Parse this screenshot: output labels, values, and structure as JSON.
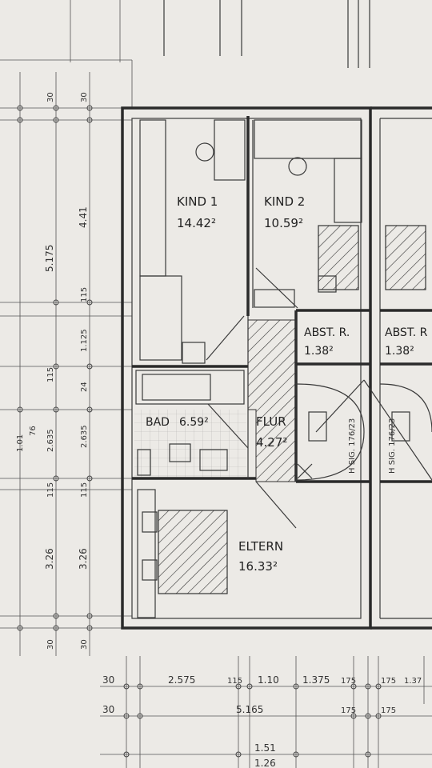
{
  "rooms": [
    {
      "name": "KIND 1",
      "area": "14.42²"
    },
    {
      "name": "KIND 2",
      "area": "10.59²"
    },
    {
      "name": "ABST. R.",
      "area": "1.38²"
    },
    {
      "name": "ABST. R",
      "area": "1.38²"
    },
    {
      "name": "BAD",
      "area": "6.59²"
    },
    {
      "name": "FLUR",
      "area": "4.27²"
    },
    {
      "name": "ELTERN",
      "area": "16.33²"
    }
  ],
  "stair_notes": [
    "H SIG. 176/23",
    "H SIG. 176/23"
  ],
  "dims_left_outer": [
    "30",
    "5.175",
    "115",
    "1.01",
    "76",
    "2.635",
    "115",
    "3.26",
    "30"
  ],
  "dims_left_inner": [
    "30",
    "4.41",
    "115",
    "1.125",
    "24",
    "2.635",
    "115",
    "3.26",
    "30"
  ],
  "dims_bottom_row1": [
    "30",
    "2.575",
    "115",
    "1.10",
    "1.375",
    "175",
    "175",
    "1.37"
  ],
  "dims_bottom_row2": [
    "30",
    "5.165",
    "175",
    "175"
  ],
  "dims_bottom_row3": [
    "1.51",
    "1.26"
  ]
}
